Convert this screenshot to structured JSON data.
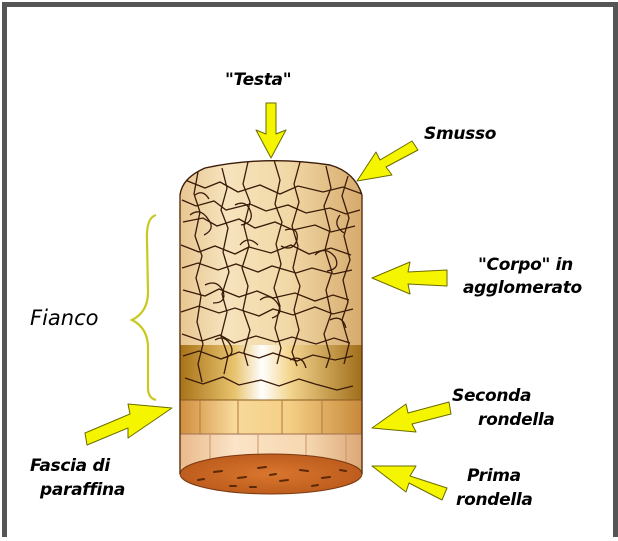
{
  "labels": {
    "testa": "\"Testa\"",
    "smusso": "Smusso",
    "corpo_line1": "\"Corpo\" in",
    "corpo_line2": "agglomerato",
    "fianco": "Fianco",
    "seconda_line1": "Seconda",
    "seconda_line2": "rondella",
    "fascia_line1": "Fascia di",
    "fascia_line2": "paraffina",
    "prima_line1": "Prima",
    "prima_line2": "rondella"
  },
  "colors": {
    "frame": "#555555",
    "arrow_fill": "#f5f500",
    "arrow_stroke": "#6b6b00",
    "brace": "#c8c820",
    "crack_line": "#3a1a08",
    "cork_light": "#f3dcae",
    "cork_mid": "#d9a868",
    "disc_band": "#f1c27a",
    "disc_band_dark": "#d89a4f",
    "bottom_face": "#c96a2a"
  }
}
